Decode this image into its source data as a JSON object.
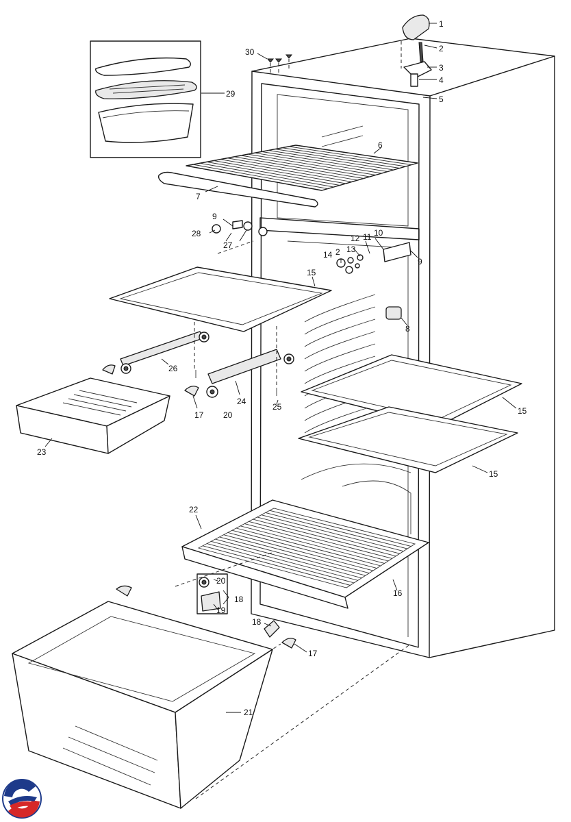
{
  "callouts": {
    "p1": "1",
    "p2a": "2",
    "p3": "3",
    "p4": "4",
    "p5": "5",
    "p6": "6",
    "p7": "7",
    "p8": "8",
    "p9a": "9",
    "p9b": "9",
    "p10": "10",
    "p11": "11",
    "p12": "12",
    "p13": "13",
    "p14": "14",
    "p2b": "2",
    "p15a": "15",
    "p15b": "15",
    "p15c": "15",
    "p16": "16",
    "p17a": "17",
    "p17b": "17",
    "p18a": "18",
    "p18b": "18",
    "p19": "19",
    "p20a": "20",
    "p20b": "20",
    "p21": "21",
    "p22": "22",
    "p23": "23",
    "p24": "24",
    "p25": "25",
    "p26": "26",
    "p27": "27",
    "p28": "28",
    "p29": "29",
    "p30": "30"
  },
  "logo": {
    "icon": "brand-logo-icon",
    "colors": [
      "#1e3a8a",
      "#d62828"
    ]
  }
}
